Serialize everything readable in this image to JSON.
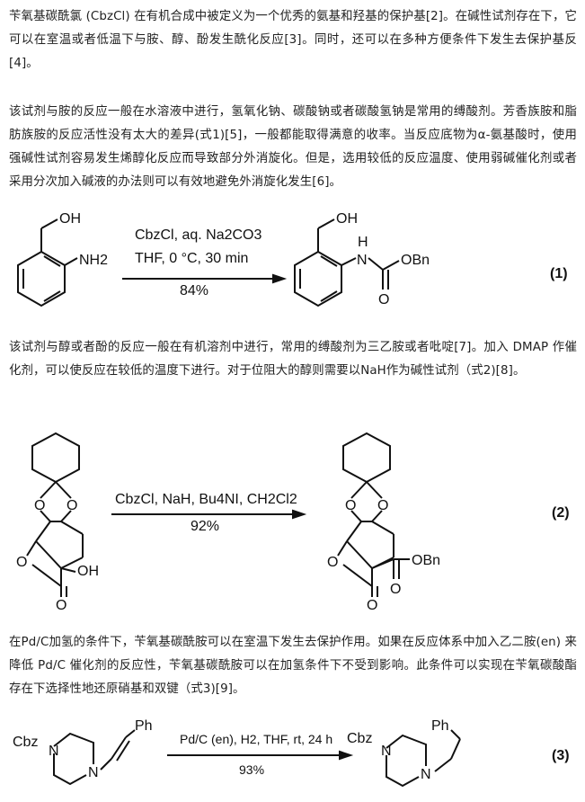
{
  "paragraphs": {
    "p1": "苄氧基碳酰氯 (CbzCl) 在有机合成中被定义为一个优秀的氨基和羟基的保护基[2]。在碱性试剂存在下，它可以在室温或者低温下与胺、醇、酚发生酰化反应[3]。同时，还可以在多种方便条件下发生去保护基反[4]。",
    "p2": "该试剂与胺的反应一般在水溶液中进行，氢氧化钠、碳酸钠或者碳酸氢钠是常用的缚酸剂。芳香族胺和脂肪族胺的反应活性没有太大的差异(式1)[5]，一般都能取得满意的收率。当反应底物为α-氨基酸时，使用强碱性试剂容易发生烯醇化反应而导致部分外消旋化。但是，选用较低的反应温度、使用弱碱催化剂或者采用分次加入碱液的办法则可以有效地避免外消旋化发生[6]。",
    "p3": "该试剂与醇或者酚的反应一般在有机溶剂中进行，常用的缚酸剂为三乙胺或者吡啶[7]。加入 DMAP 作催化剂，可以使反应在较低的温度下进行。对于位阻大的醇则需要以NaH作为碱性试剂（式2)[8]。",
    "p4": "在Pd/C加氢的条件下，苄氧基碳酰胺可以在室温下发生去保护作用。如果在反应体系中加入乙二胺(en) 来降低 Pd/C 催化剂的反应性，苄氧基碳酰胺可以在加氢条件下不受到影响。此条件可以实现在苄氧碳酸酯存在下选择性地还原硝基和双键（式3)[9]。"
  },
  "eq1": {
    "reagents": "CbzCl, aq. Na2CO3",
    "conditions": "THF, 0 °C, 30 min",
    "yield": "84%",
    "number": "(1)",
    "reactant_labels": {
      "oh": "OH",
      "nh2": "NH2"
    },
    "product_labels": {
      "oh": "OH",
      "h": "H",
      "n": "N",
      "obn": "OBn",
      "o": "O"
    }
  },
  "eq2": {
    "reagents": "CbzCl, NaH, Bu4NI, CH2Cl2",
    "yield": "92%",
    "number": "(2)",
    "reactant_labels": {
      "o_ring1": "O",
      "o_ring2": "O",
      "o_bridge": "O",
      "oh": "OH",
      "o_keto": "O"
    },
    "product_labels": {
      "o_ring1": "O",
      "o_ring2": "O",
      "o_bridge": "O",
      "obn": "OBn",
      "o_keto": "O",
      "o_carb": "O"
    }
  },
  "eq3": {
    "reagents": "Pd/C (en), H2, THF, rt, 24 h",
    "yield": "93%",
    "number": "(3)",
    "reactant_labels": {
      "cbz": "Cbz",
      "n1": "N",
      "n2": "N",
      "ph": "Ph"
    },
    "product_labels": {
      "cbz": "Cbz",
      "n1": "N",
      "n2": "N",
      "ph": "Ph"
    }
  }
}
